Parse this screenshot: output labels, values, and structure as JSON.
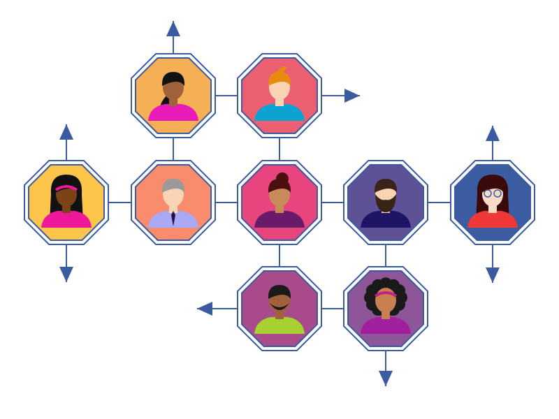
{
  "line_color": "#3B5BA0",
  "people": [
    {
      "id": "a",
      "bg": "#F5AF55",
      "skin": "#A0623A",
      "hair": "#111111",
      "shirt": "#E81AB8",
      "style": "ponytail"
    },
    {
      "id": "b",
      "bg": "#EC5F73",
      "skin": "#F8D4B4",
      "hair": "#E88A10",
      "shirt": "#0AA3D2",
      "style": "short"
    },
    {
      "id": "c",
      "bg": "#FDC54A",
      "skin": "#7A4418",
      "hair": "#111111",
      "shirt": "#F0189A",
      "style": "long",
      "band": "#F0189A"
    },
    {
      "id": "d",
      "bg": "#F88C6C",
      "skin": "#F8D4B4",
      "hair": "#9A9A9A",
      "shirt": "#A9A9F5",
      "style": "short",
      "tie": "#221144"
    },
    {
      "id": "e",
      "bg": "#E8457E",
      "skin": "#C98A5A",
      "hair": "#4A1010",
      "shirt": "#6A1A6A",
      "style": "bun"
    },
    {
      "id": "f",
      "bg": "#5E5196",
      "skin": "#F8D4B4",
      "hair": "#3A2418",
      "shirt": "#1E1466",
      "style": "beard"
    },
    {
      "id": "g",
      "bg": "#3B5CA0",
      "skin": "#F8DCC8",
      "hair": "#3A0A0A",
      "shirt": "#F03838",
      "style": "long",
      "glasses": "#3B5CA0"
    },
    {
      "id": "h",
      "bg": "#A94A8B",
      "skin": "#A0623A",
      "hair": "#1A1A1A",
      "shirt": "#A8D030",
      "style": "beardshort"
    },
    {
      "id": "i",
      "bg": "#8E5598",
      "skin": "#C98050",
      "hair": "#1A1A1A",
      "shirt": "#A020A0",
      "style": "afro",
      "band": "#C0208A"
    }
  ]
}
